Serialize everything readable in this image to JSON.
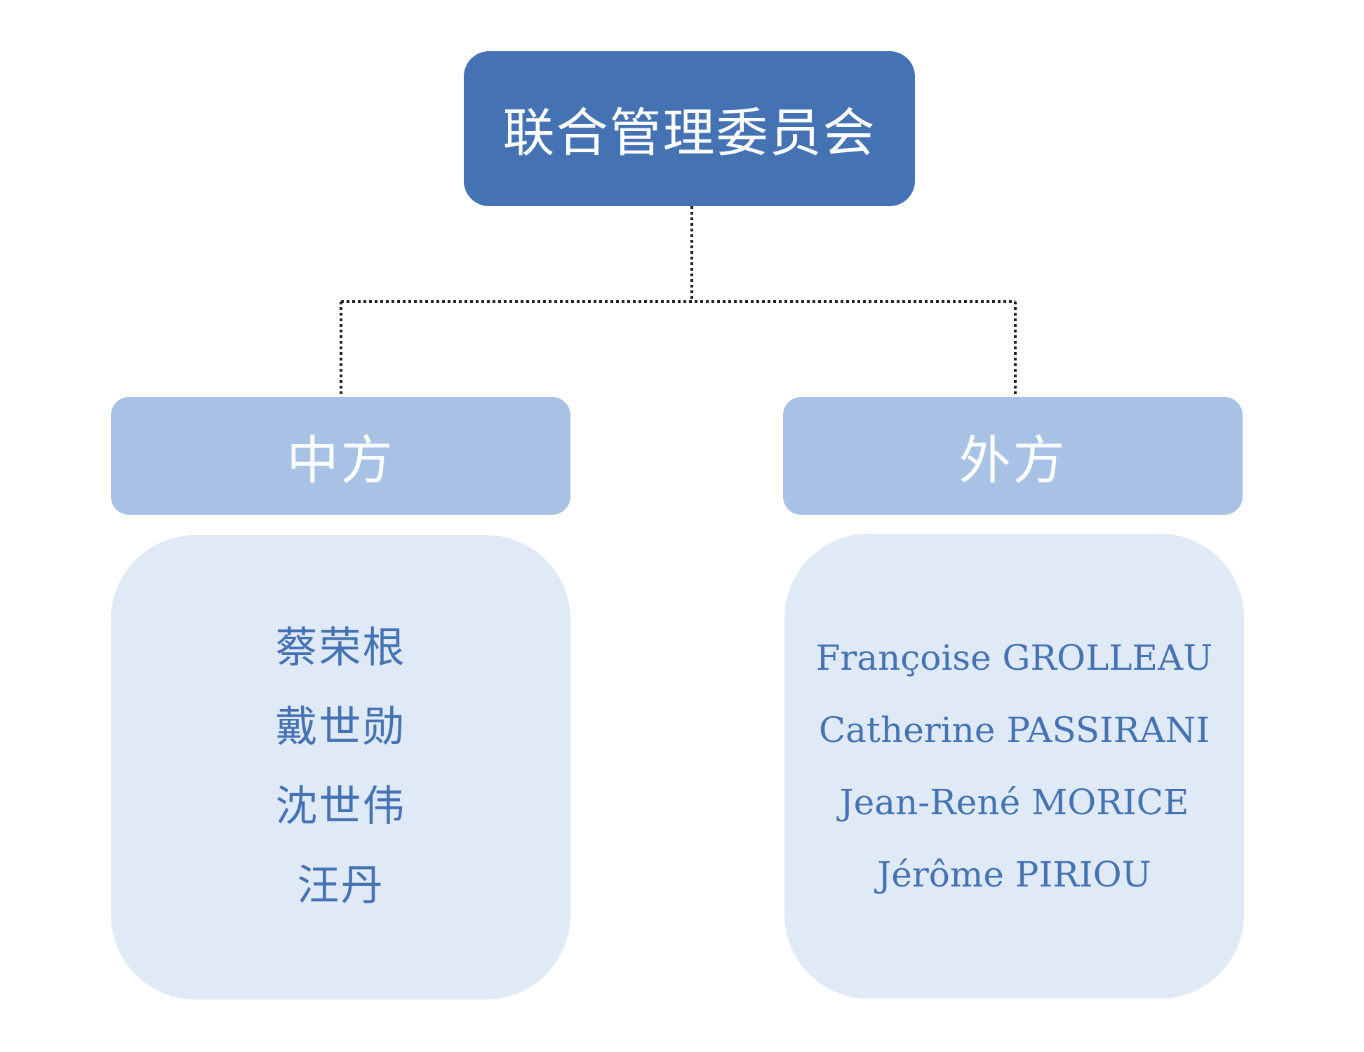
{
  "root": {
    "label": "联合管理委员会"
  },
  "branches": [
    {
      "label": "中方",
      "members": [
        "蔡荣根",
        "戴世勋",
        "沈世伟",
        "汪丹"
      ]
    },
    {
      "label": "外方",
      "members": [
        "Françoise GROLLEAU",
        "Catherine PASSIRANI",
        "Jean-René MORICE",
        "Jérôme PIRIOU"
      ]
    }
  ],
  "colors": {
    "root_fill": "#4472b3",
    "header_fill": "#a7c2e4",
    "members_fill": "#e0eaf6",
    "member_text": "#4472b3",
    "connector": "#222222"
  }
}
